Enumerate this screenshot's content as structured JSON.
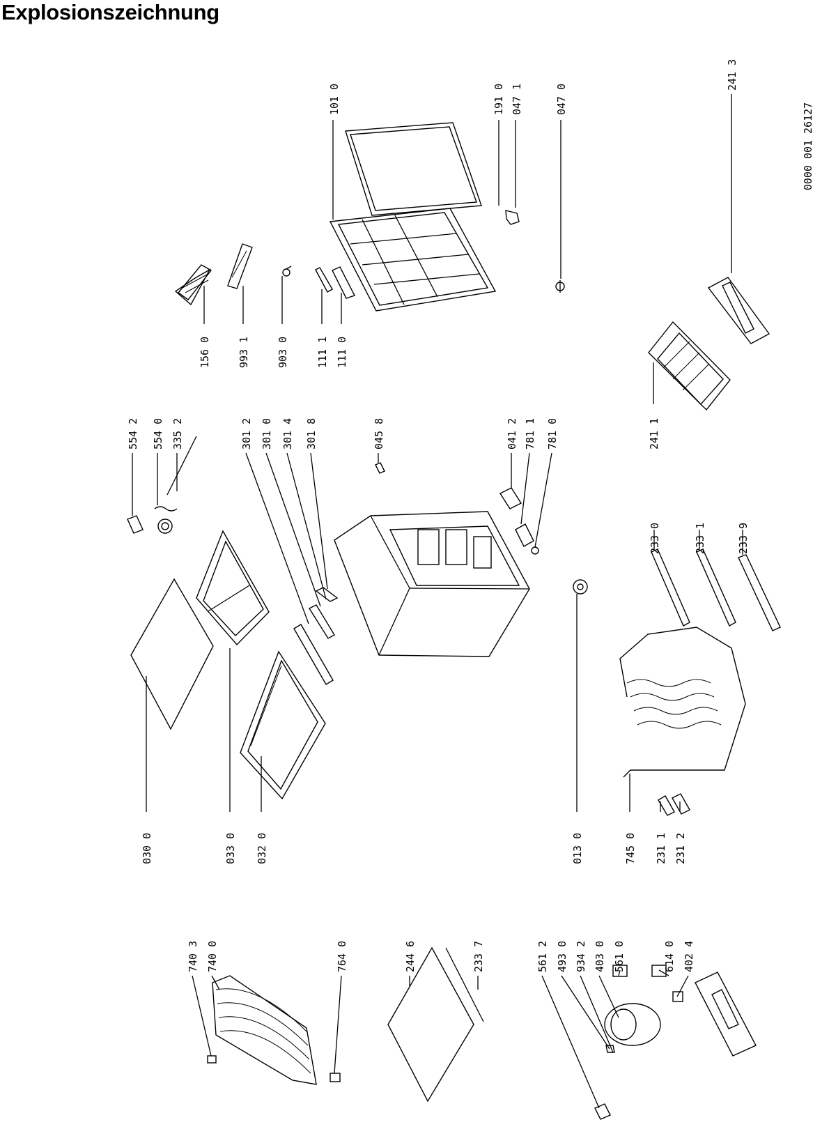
{
  "title": "Explosionszeichnung",
  "drawing_number": "0000 001 26127",
  "labels": [
    "101 0",
    "191 0",
    "047 1",
    "047 0",
    "241 3",
    "156 0",
    "993 1",
    "903 0",
    "111 1",
    "111 0",
    "554 2",
    "554 0",
    "335 2",
    "301 2",
    "301 0",
    "301 4",
    "301 8",
    "045 8",
    "041 2",
    "781 1",
    "781 0",
    "241 1",
    "233 0",
    "233 1",
    "233 9",
    "030 0",
    "033 0",
    "032 0",
    "013 0",
    "745 0",
    "231 1",
    "231 2",
    "740 3",
    "740 0",
    "764 0",
    "244 6",
    "233 7",
    "561 2",
    "493 0",
    "934 2",
    "403 0",
    "561 0",
    "614 0",
    "402 4"
  ]
}
